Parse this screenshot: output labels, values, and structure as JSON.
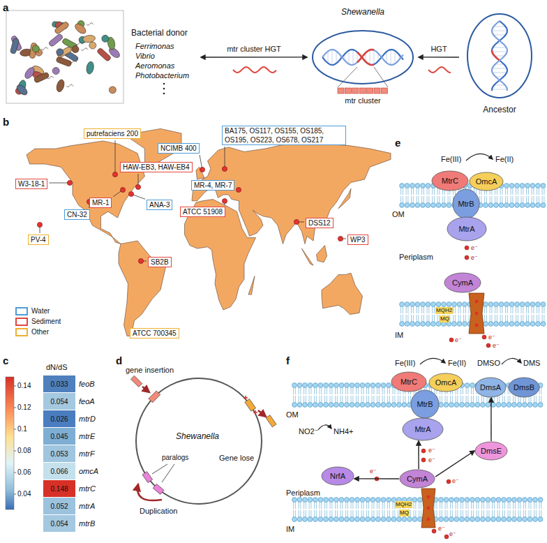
{
  "diagram": {
    "nodes": [
      {
        "text": [
          "Bacterial donor",
          "Ferrimonas",
          "Vibrio",
          "Aeromonas",
          "Photobacterium"
        ]
      },
      {
        "text": [
          "Shewanella",
          "mtr cluster"
        ]
      },
      {
        "text": [
          "Ancestor"
        ]
      },
      {
        "text": [
          "putrefaciens 200"
        ]
      },
      {
        "text": [
          "NCIMB 400"
        ]
      },
      {
        "text": [
          "BA175, OS117, OS155, OS185, OS195, OS223, OS678, OS217"
        ]
      },
      {
        "text": [
          "W3-18-1"
        ]
      },
      {
        "text": [
          "HAW-EB3, HAW-EB4"
        ]
      },
      {
        "text": [
          "MR-1"
        ]
      },
      {
        "text": [
          "ANA-3"
        ]
      },
      {
        "text": [
          "MR-4, MR-7"
        ]
      },
      {
        "text": [
          "CN-32"
        ]
      },
      {
        "text": [
          "ATCC 51908"
        ]
      },
      {
        "text": [
          "DSS12"
        ]
      },
      {
        "text": [
          "WP3"
        ]
      },
      {
        "text": [
          "PV-4"
        ]
      },
      {
        "text": [
          "SB2B"
        ]
      },
      {
        "text": [
          "ATCC 700345"
        ]
      },
      {
        "text": [
          "MtrC"
        ]
      },
      {
        "text": [
          "OmcA"
        ]
      },
      {
        "text": [
          "MtrB"
        ]
      },
      {
        "text": [
          "MtrA"
        ]
      },
      {
        "text": [
          "CymA"
        ]
      },
      {
        "text": [
          "MtrC"
        ]
      },
      {
        "text": [
          "OmcA"
        ]
      },
      {
        "text": [
          "DmsA"
        ]
      },
      {
        "text": [
          "DmsB"
        ]
      },
      {
        "text": [
          "MtrB"
        ]
      },
      {
        "text": [
          "MtrA"
        ]
      },
      {
        "text": [
          "DmsE"
        ]
      },
      {
        "text": [
          "NrfA"
        ]
      },
      {
        "text": [
          "CymA"
        ]
      }
    ],
    "edges": [
      {
        "from": 0,
        "to": 1,
        "arrow": "both",
        "label": "mtr cluster HGT"
      },
      {
        "from": 2,
        "to": 1,
        "arrow": "to",
        "label": "HGT"
      },
      {
        "from": 31,
        "to": 28,
        "arrow": "to"
      },
      {
        "from": 31,
        "to": 30,
        "arrow": "to"
      },
      {
        "from": 31,
        "to": 29,
        "arrow": "to"
      },
      {
        "from": 29,
        "to": 25,
        "arrow": "to"
      }
    ],
    "labels": [
      "a",
      "b",
      "c",
      "d",
      "e",
      "f",
      "0.14",
      "0.12",
      "0.1",
      "0.08",
      "0.06",
      "0.04",
      "dN/dS",
      "0.033",
      "feoB",
      "0.054",
      "feoA",
      "0.026",
      "mtrD",
      "0.045",
      "mtrE",
      "0.053",
      "mtrF",
      "0.066",
      "omcA",
      "0.148",
      "mtrC",
      "0.052",
      "mtrA",
      "0.054",
      "mtrB",
      "gene insertion",
      "Shewanella",
      "paralogs",
      "Duplication",
      "Gene lose",
      "Fe(III)",
      "Fe(II)",
      "OM",
      "Periplasm",
      "IM",
      "MQH2",
      "MQ",
      "e⁻",
      "e⁻",
      "e⁻",
      "e⁻",
      "e⁻",
      "Fe(III)",
      "Fe(II)",
      "DMSO",
      "DMS",
      "NO2⁻",
      "NH4+",
      "OM",
      "Periplasm",
      "IM",
      "MQH2",
      "MQ",
      "e⁻",
      "e⁻",
      "e⁻",
      "e⁻",
      "e⁻",
      "e⁻"
    ],
    "legend": [
      {
        "text": "Water",
        "color": "#4f9bd6"
      },
      {
        "text": "Sediment",
        "color": "#e0463e"
      },
      {
        "text": "Other",
        "color": "#f0b030"
      }
    ]
  }
}
